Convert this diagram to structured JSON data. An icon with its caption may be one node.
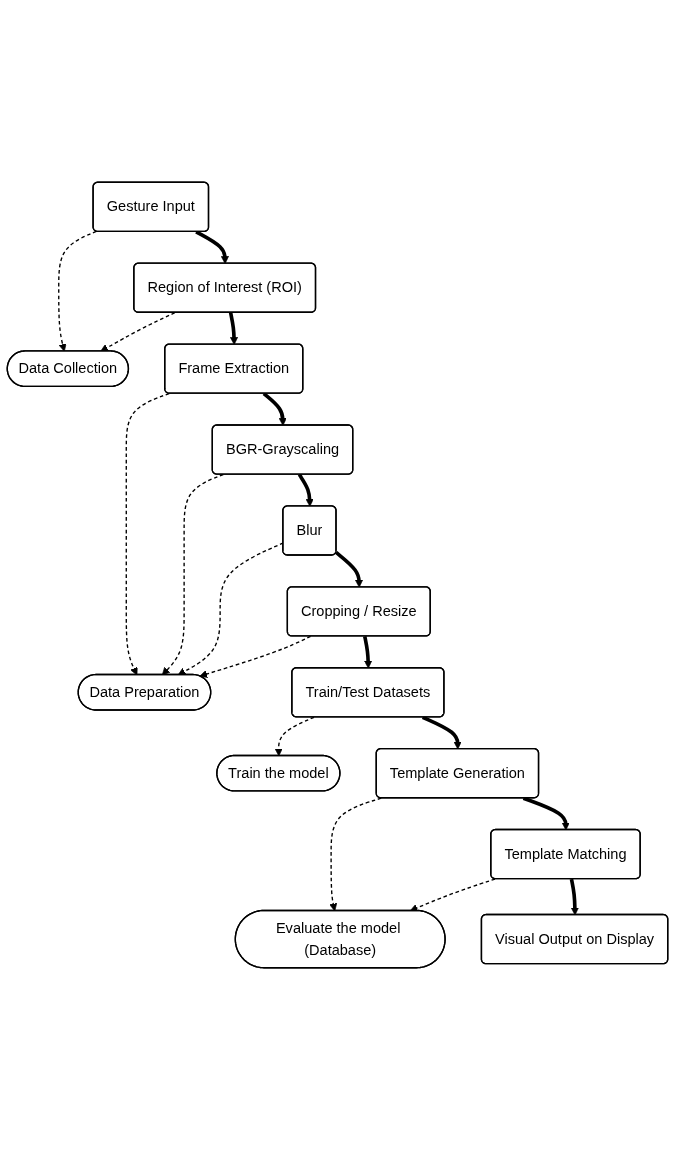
{
  "diagram": {
    "nodes": [
      {
        "text": [
          "Gesture Input"
        ]
      },
      {
        "text": [
          "Region of Interest (ROI)"
        ]
      },
      {
        "text": [
          "Data Collection"
        ]
      },
      {
        "text": [
          "Frame Extraction"
        ]
      },
      {
        "text": [
          "BGR-Grayscaling"
        ]
      },
      {
        "text": [
          "Blur"
        ]
      },
      {
        "text": [
          "Cropping / Resize"
        ]
      },
      {
        "text": [
          "Data Preparation"
        ]
      },
      {
        "text": [
          "Train/Test Datasets"
        ]
      },
      {
        "text": [
          "Train the model"
        ]
      },
      {
        "text": [
          "Template Generation"
        ]
      },
      {
        "text": [
          "Template Matching"
        ]
      },
      {
        "text": [
          "Evaluate the model (Database)"
        ]
      },
      {
        "text": [
          "Visual Output on Display"
        ]
      }
    ],
    "edges": [
      {
        "from": 0,
        "to": 1,
        "arrow": "to",
        "style": "thick"
      },
      {
        "from": 0,
        "to": 2,
        "arrow": "to",
        "style": "dashed"
      },
      {
        "from": 1,
        "to": 2,
        "arrow": "to",
        "style": "dashed"
      },
      {
        "from": 1,
        "to": 3,
        "arrow": "to",
        "style": "thick"
      },
      {
        "from": 3,
        "to": 7,
        "arrow": "to",
        "style": "dashed"
      },
      {
        "from": 3,
        "to": 4,
        "arrow": "to",
        "style": "thick"
      },
      {
        "from": 4,
        "to": 7,
        "arrow": "to",
        "style": "dashed"
      },
      {
        "from": 4,
        "to": 5,
        "arrow": "to",
        "style": "thick"
      },
      {
        "from": 5,
        "to": 7,
        "arrow": "to",
        "style": "dashed"
      },
      {
        "from": 5,
        "to": 6,
        "arrow": "to",
        "style": "thick"
      },
      {
        "from": 6,
        "to": 7,
        "arrow": "to",
        "style": "dashed"
      },
      {
        "from": 6,
        "to": 8,
        "arrow": "to",
        "style": "thick"
      },
      {
        "from": 8,
        "to": 9,
        "arrow": "to",
        "style": "dashed"
      },
      {
        "from": 8,
        "to": 10,
        "arrow": "to",
        "style": "thick"
      },
      {
        "from": 10,
        "to": 12,
        "arrow": "to",
        "style": "dashed"
      },
      {
        "from": 10,
        "to": 11,
        "arrow": "to",
        "style": "thick"
      },
      {
        "from": 11,
        "to": 12,
        "arrow": "to",
        "style": "dashed"
      },
      {
        "from": 11,
        "to": 13,
        "arrow": "to",
        "style": "thick"
      }
    ]
  }
}
